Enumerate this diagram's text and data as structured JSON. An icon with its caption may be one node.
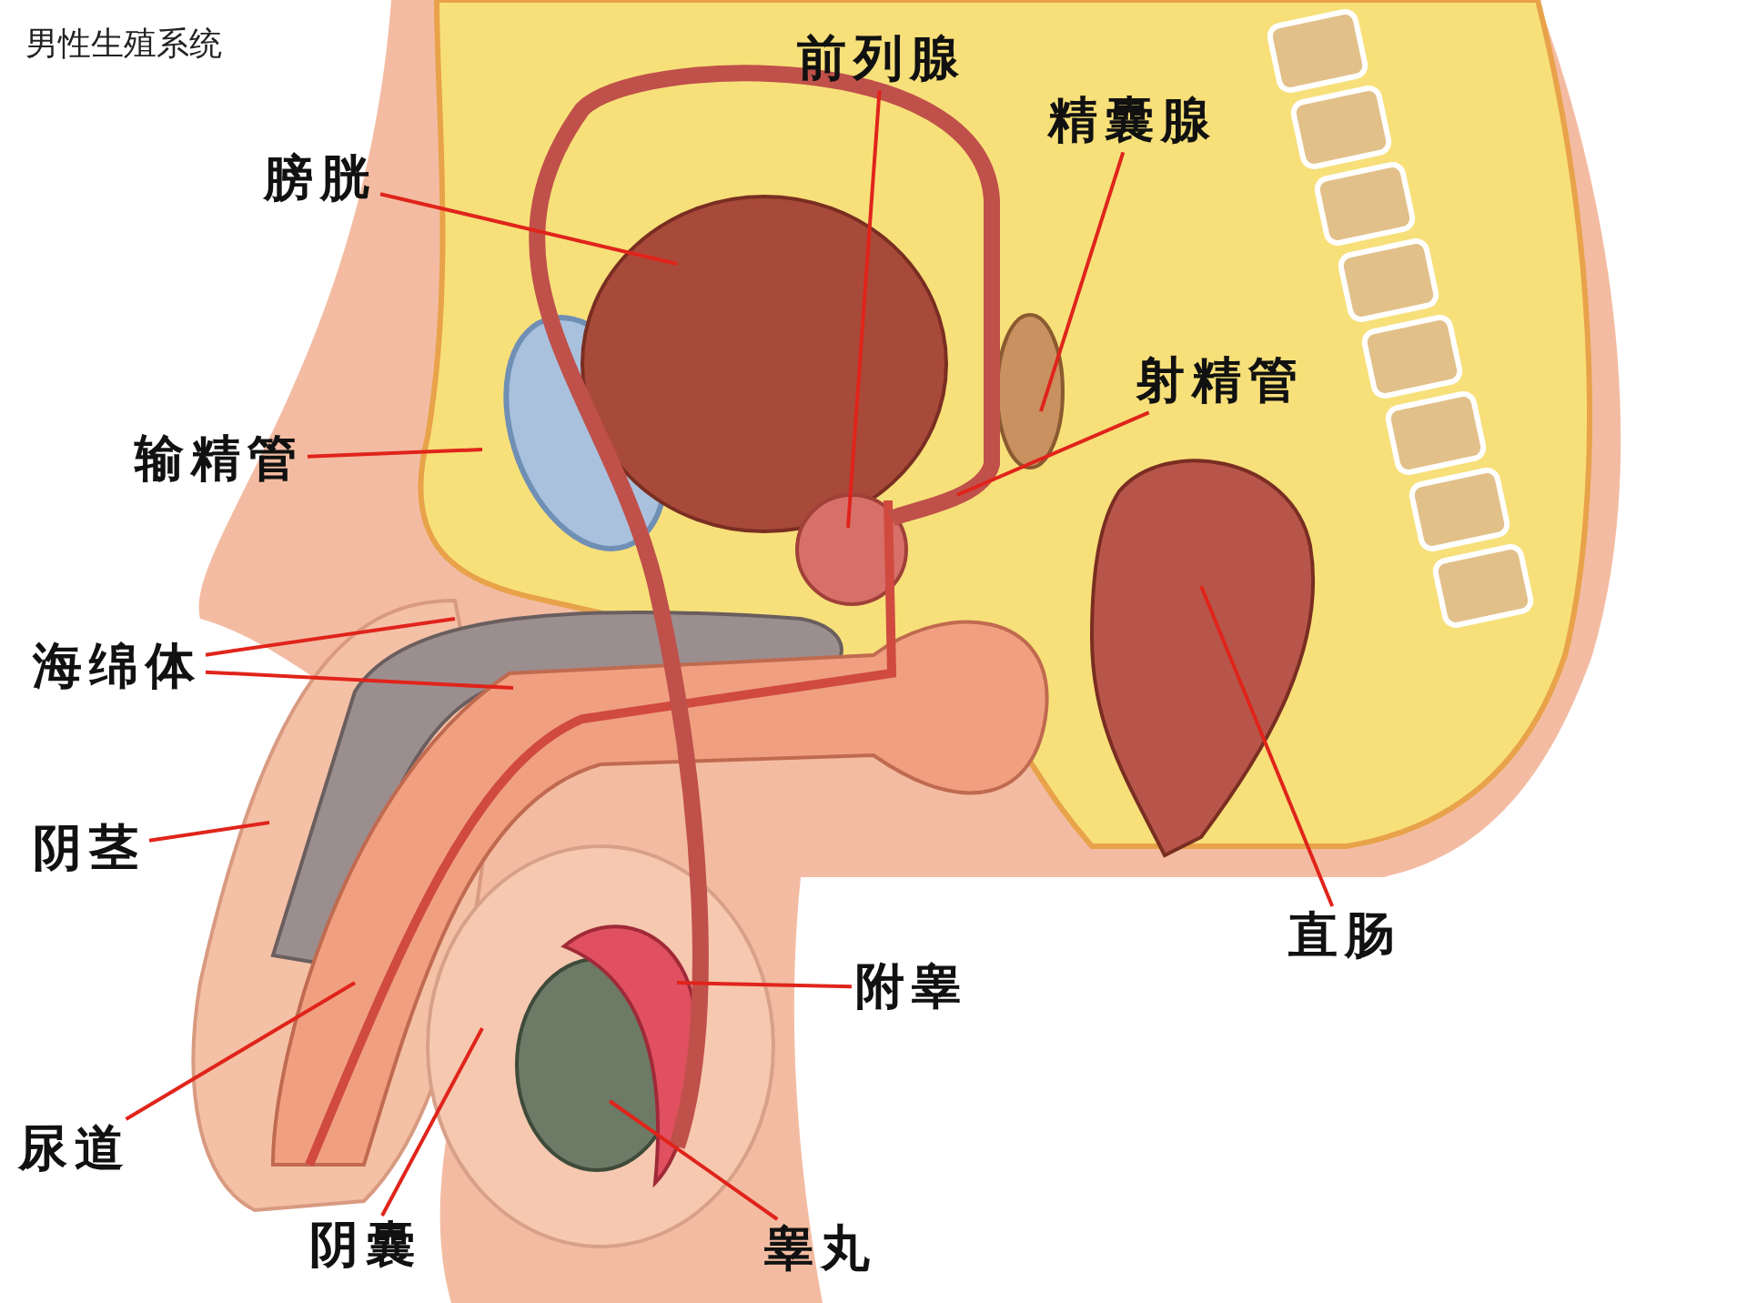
{
  "diagram": {
    "title": "男性生殖系统",
    "nodes": [
      {
        "text": [
          "前列腺"
        ]
      },
      {
        "text": [
          "精囊腺"
        ]
      },
      {
        "text": [
          "膀胱"
        ]
      },
      {
        "text": [
          "射精管"
        ]
      },
      {
        "text": [
          "输精管"
        ]
      },
      {
        "text": [
          "海绵体"
        ]
      },
      {
        "text": [
          "阴茎"
        ]
      },
      {
        "text": [
          "直肠"
        ]
      },
      {
        "text": [
          "附睾"
        ]
      },
      {
        "text": [
          "尿道"
        ]
      },
      {
        "text": [
          "阴囊"
        ]
      },
      {
        "text": [
          "睾丸"
        ]
      }
    ],
    "edges": [
      {
        "from": 0,
        "to": null,
        "arrow": "none"
      },
      {
        "from": 1,
        "to": null,
        "arrow": "none"
      },
      {
        "from": 2,
        "to": null,
        "arrow": "none"
      },
      {
        "from": 3,
        "to": null,
        "arrow": "none"
      },
      {
        "from": 4,
        "to": null,
        "arrow": "none"
      },
      {
        "from": 5,
        "to": null,
        "arrow": "none"
      },
      {
        "from": 5,
        "to": null,
        "arrow": "none"
      },
      {
        "from": 6,
        "to": null,
        "arrow": "none"
      },
      {
        "from": 7,
        "to": null,
        "arrow": "none"
      },
      {
        "from": 8,
        "to": null,
        "arrow": "none"
      },
      {
        "from": 9,
        "to": null,
        "arrow": "none"
      },
      {
        "from": 10,
        "to": null,
        "arrow": "none"
      },
      {
        "from": 11,
        "to": null,
        "arrow": "none"
      }
    ]
  }
}
